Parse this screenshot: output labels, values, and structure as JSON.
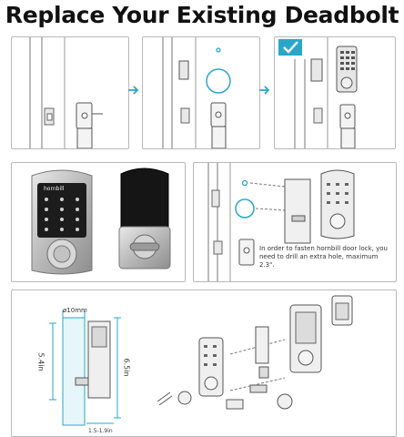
{
  "header": {
    "title": "Replace Your Existing Deadbolt"
  },
  "panel_5": {
    "note": "In order to fasten hornbill door lock, you need to drill an extra hole, maximum 2.3\"."
  },
  "panel_6": {
    "dim_hole": "ø10mm",
    "dim_height_1": "5.4in",
    "dim_height_2": "6.5in",
    "dim_width": "1.5-1.9in"
  },
  "logo": {
    "brand": "hornbill"
  },
  "colors": {
    "accent": "#2aa6c9",
    "arrow": "#2aa6c9",
    "check_bg": "#2aa6c9",
    "metal": "#c9c9c9",
    "keypad": "#1c1c1c"
  },
  "icons": [
    "arrow-right-icon",
    "checkmark-icon"
  ]
}
